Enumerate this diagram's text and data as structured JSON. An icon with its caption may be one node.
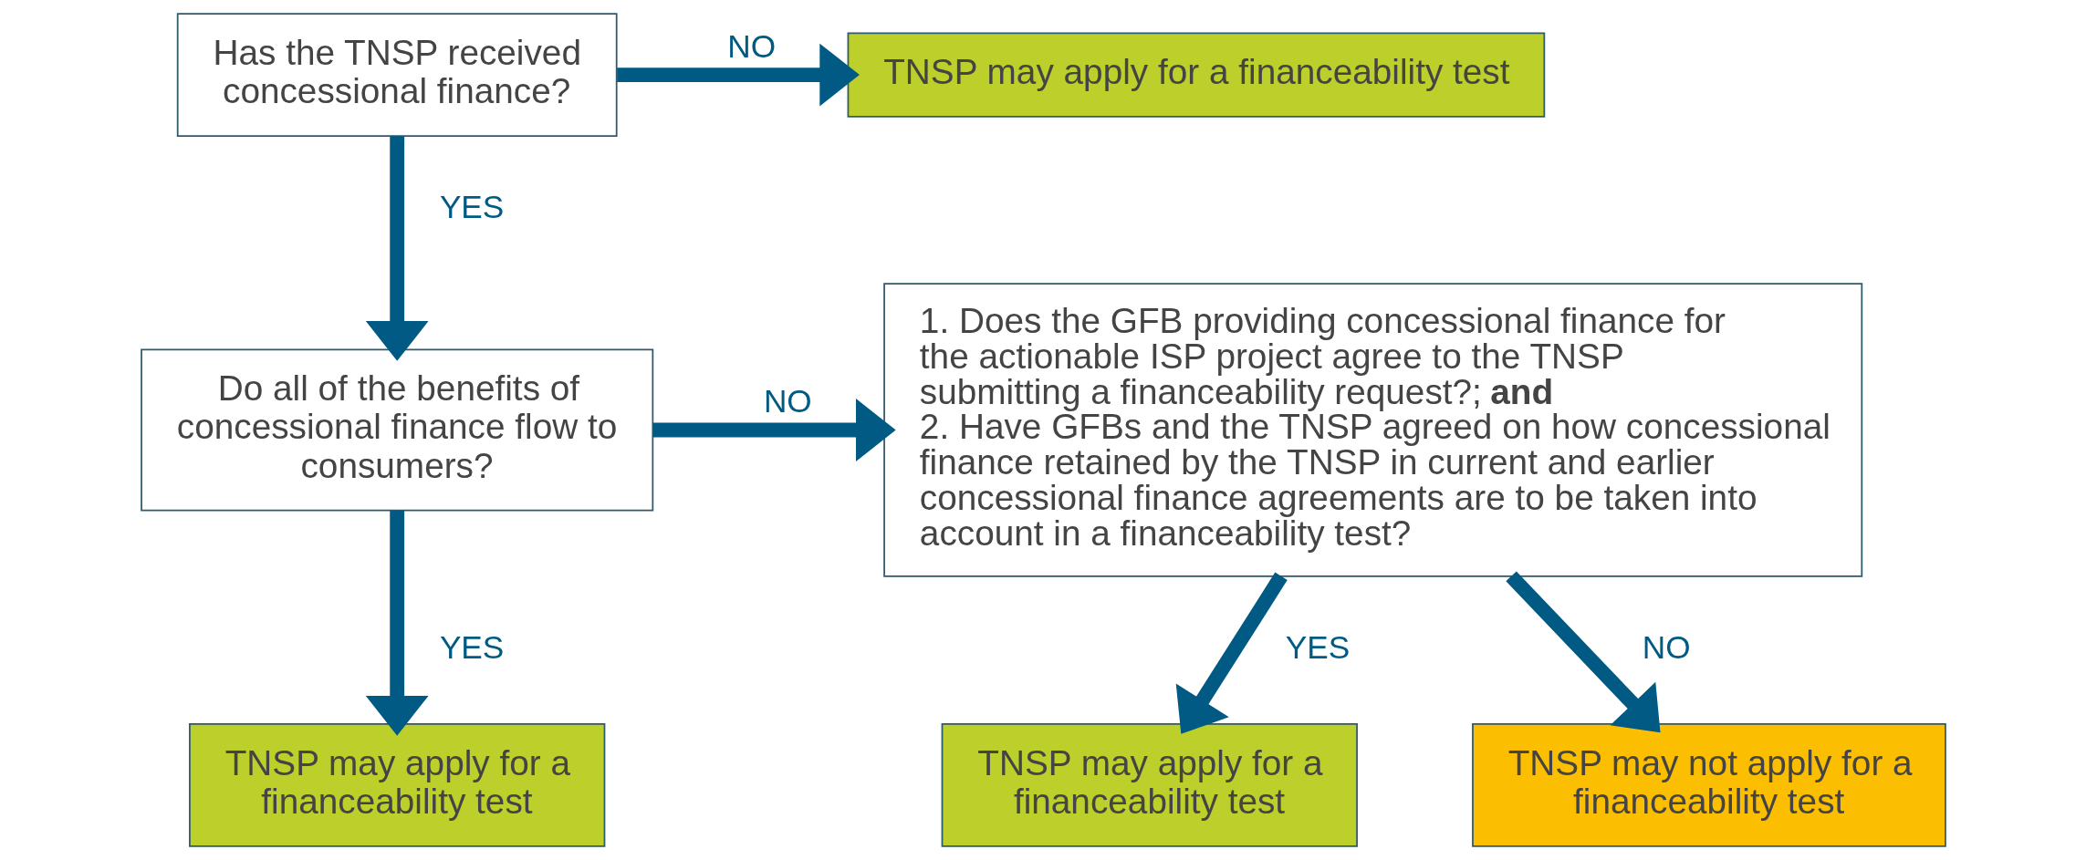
{
  "diagram": {
    "nodes": [
      {
        "text": [
          "Has the TNSP received concessional finance?"
        ]
      },
      {
        "text": [
          "TNSP may apply for a financeability test"
        ]
      },
      {
        "text": [
          "Do all of the benefits of concessional finance flow to consumers?"
        ]
      },
      {
        "text": [
          "1. Does the GFB providing concessional finance for the actionable ISP project agree to the TNSP submitting a financeability request?; **and**",
          "2. Have GFBs and the TNSP agreed on how concessional finance retained by the TNSP in current and earlier concessional finance agreements are to be taken into account in a financeability test?"
        ]
      },
      {
        "text": [
          "TNSP may apply for a financeability test"
        ]
      },
      {
        "text": [
          "TNSP may apply for a financeability test"
        ]
      },
      {
        "text": [
          "TNSP may not apply for a financeability test"
        ]
      }
    ],
    "edges": [
      {
        "from": 0,
        "to": 1,
        "arrow": "to",
        "label": "NO"
      },
      {
        "from": 0,
        "to": 2,
        "arrow": "to",
        "label": "YES"
      },
      {
        "from": 2,
        "to": 3,
        "arrow": "to",
        "label": "NO"
      },
      {
        "from": 2,
        "to": 4,
        "arrow": "to",
        "label": "YES"
      },
      {
        "from": 3,
        "to": 5,
        "arrow": "to",
        "label": "YES"
      },
      {
        "from": 3,
        "to": 6,
        "arrow": "to",
        "label": "NO"
      }
    ]
  }
}
